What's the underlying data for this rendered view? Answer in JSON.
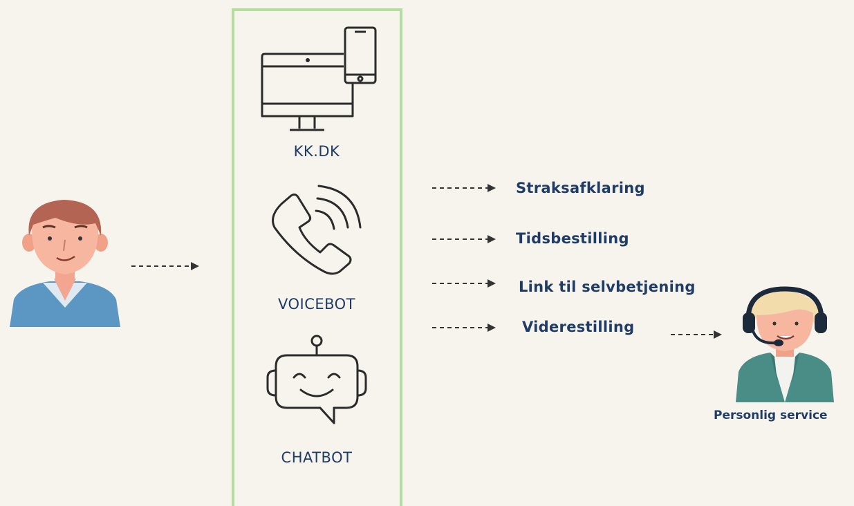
{
  "channels": {
    "web_label": "KK.DK",
    "voicebot_label": "VOICEBOT",
    "chatbot_label": "CHATBOT"
  },
  "options": [
    "Straksafklaring",
    "Tidsbestilling",
    "Link til selvbetjening",
    "Viderestilling"
  ],
  "agent": {
    "label": "Personlig service"
  },
  "colors": {
    "background": "#f7f4ee",
    "box_border": "#b5dda0",
    "text": "#1f3c66",
    "arrow": "#333333"
  }
}
